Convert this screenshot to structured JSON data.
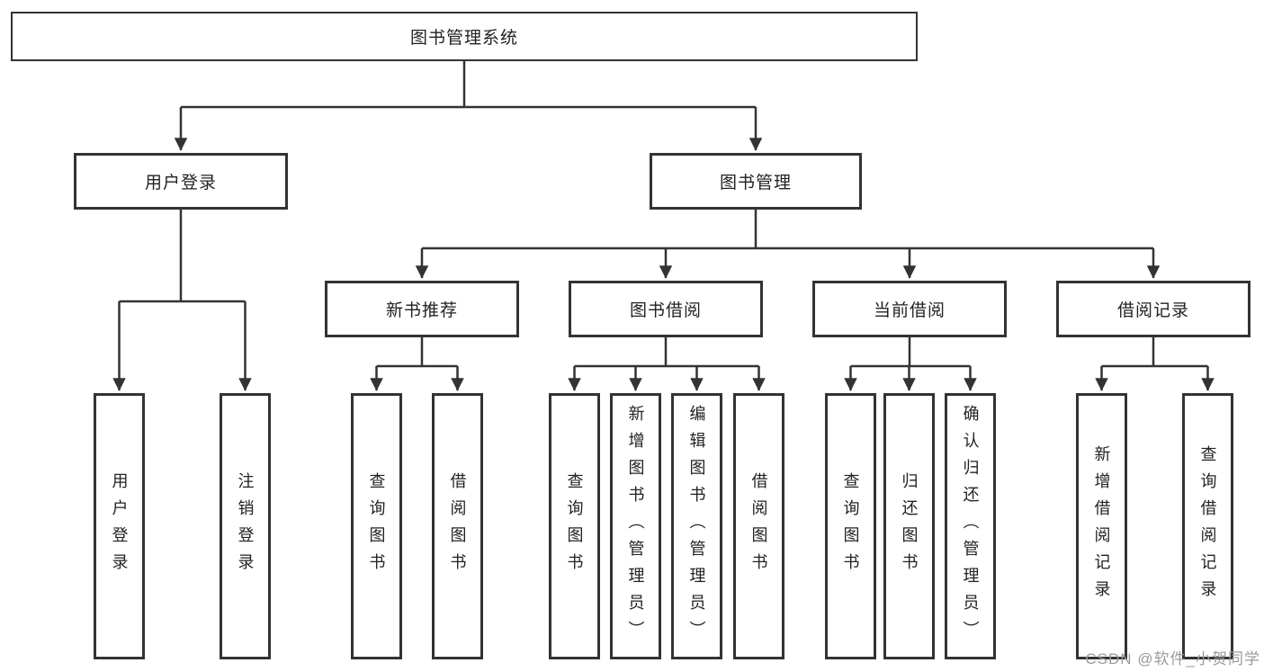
{
  "colors": {
    "line": "#333333",
    "box_border": "#333333",
    "text": "#222222",
    "background": "#ffffff",
    "watermark": "#9b9b9b"
  },
  "watermark": {
    "text": "CSDN @软件_小贺同学"
  },
  "tree": {
    "root": {
      "label": "图书管理系统"
    },
    "level2": [
      {
        "label": "用户登录",
        "children": [
          {
            "label": "用户登录"
          },
          {
            "label": "注销登录"
          }
        ]
      },
      {
        "label": "图书管理",
        "groups": [
          {
            "label": "新书推荐",
            "children": [
              {
                "label": "查询图书"
              },
              {
                "label": "借阅图书"
              }
            ]
          },
          {
            "label": "图书借阅",
            "children": [
              {
                "label": "查询图书"
              },
              {
                "label": "新增图书（管理员）"
              },
              {
                "label": "编辑图书（管理员）"
              },
              {
                "label": "借阅图书"
              }
            ]
          },
          {
            "label": "当前借阅",
            "children": [
              {
                "label": "查询图书"
              },
              {
                "label": "归还图书"
              },
              {
                "label": "确认归还（管理员）"
              }
            ]
          },
          {
            "label": "借阅记录",
            "children": [
              {
                "label": "新增借阅记录"
              },
              {
                "label": "查询借阅记录"
              }
            ]
          }
        ]
      }
    ]
  }
}
